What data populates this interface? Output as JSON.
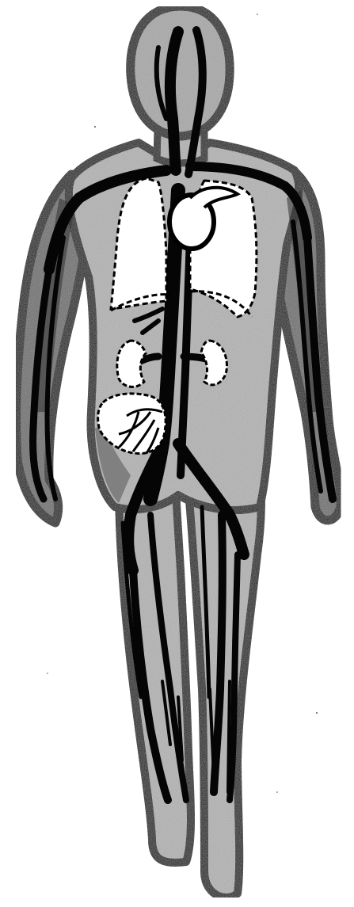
{
  "figure": {
    "subject": "human-circulatory-system",
    "view": "front",
    "labels": []
  },
  "colors": {
    "background": "#ffffff",
    "outline": "#000000",
    "body_fill": "#b3b3b3",
    "limb_fill": "#6e6e6e",
    "organ_fill": "#ffffff",
    "vessel": "#050505"
  },
  "organs": [
    "heart",
    "left-lung",
    "right-lung",
    "left-kidney",
    "right-kidney",
    "intestine",
    "liver"
  ]
}
